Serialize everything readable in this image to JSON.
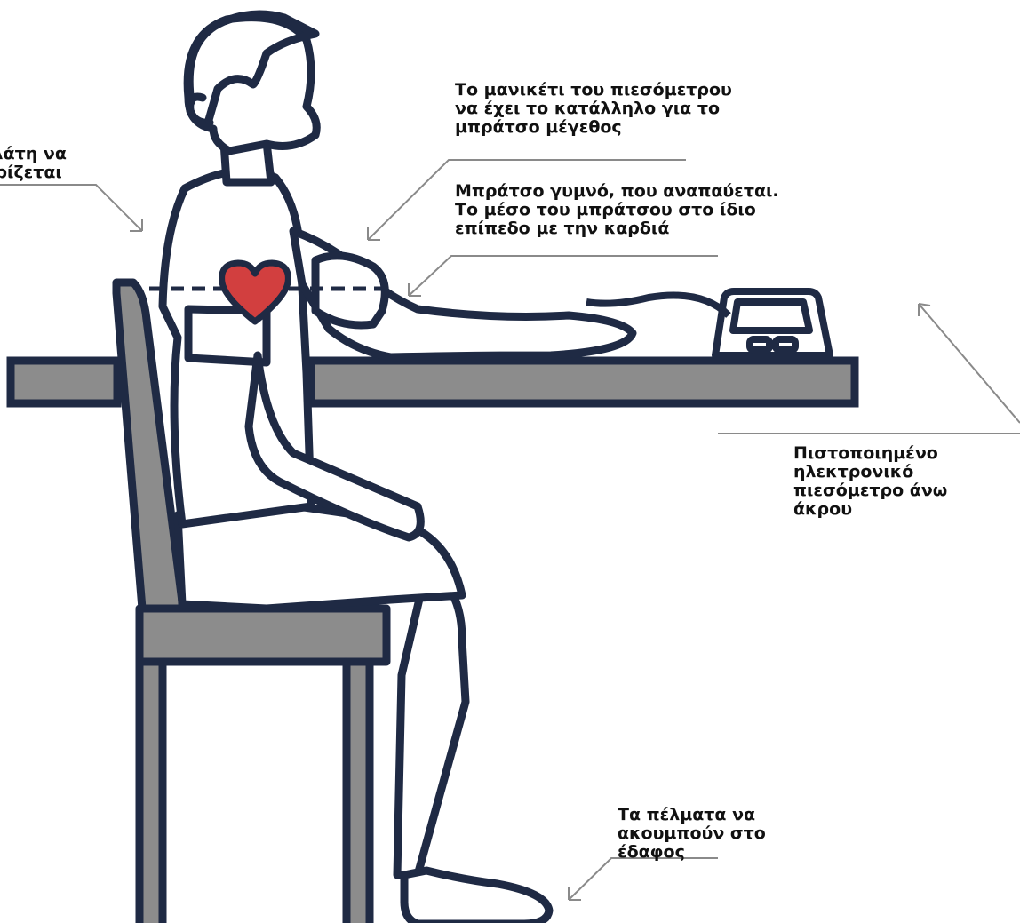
{
  "annotations": {
    "back": "Η πλάτη να\nστηρίζεται",
    "cuff": "Το μανικέτι του πιεσόμετρου\nνα έχει το κατάλληλο για το\nμπράτσο μέγεθος",
    "arm": "Μπράτσο γυμνό, που αναπαύεται.\nΤο μέσο του μπράτσου στο ίδιο\nεπίπεδο με την καρδιά",
    "device": "Πιστοποιημένο\nηλεκτρονικό\nπιεσόμετρο άνω\nάκρου",
    "feet": "Τα πέλματα να\nακουμπούν στο\nέδαφος"
  },
  "colors": {
    "outline": "#1f2a44",
    "furniture": "#8c8c8c",
    "heart": "#d23f3f",
    "leader": "#8a8a8a",
    "text": "#111111"
  }
}
